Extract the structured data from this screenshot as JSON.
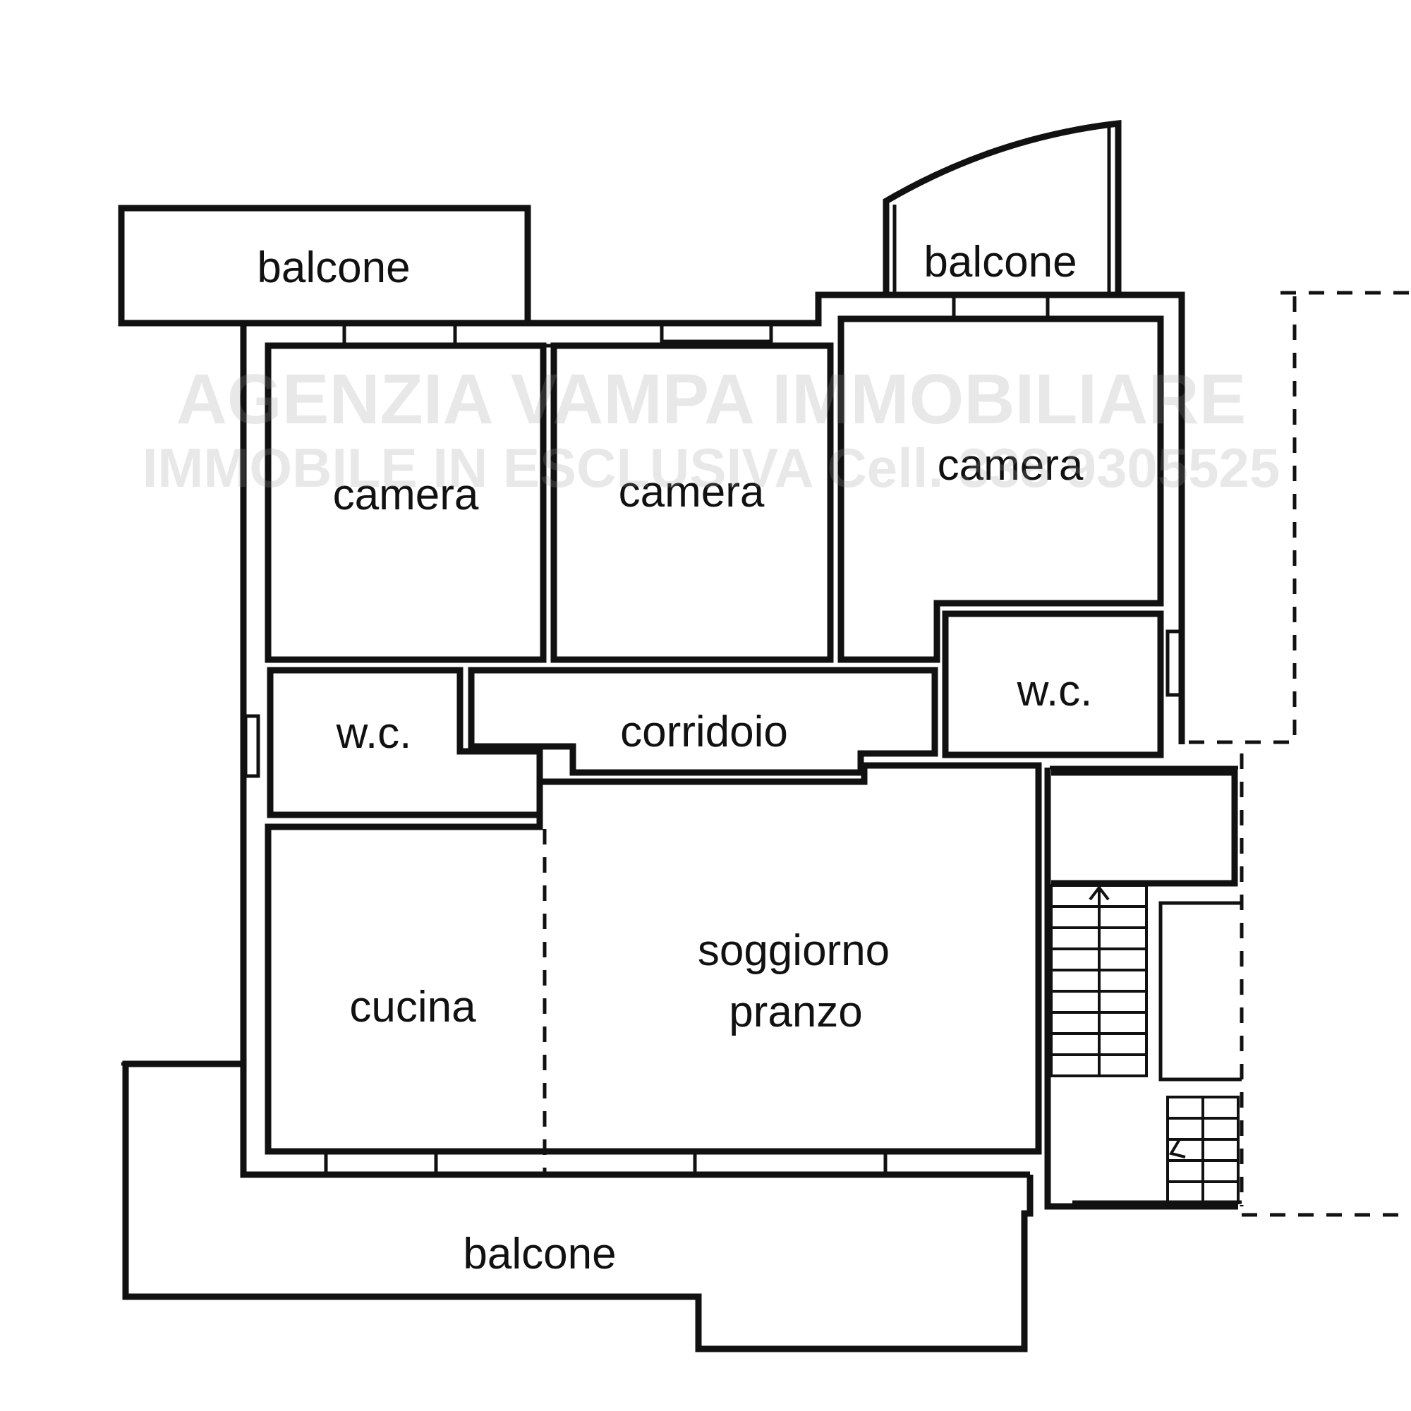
{
  "plan": {
    "rooms": {
      "balcone_top_left": "balcone",
      "balcone_top_right": "balcone",
      "camera_left": "camera",
      "camera_middle": "camera",
      "camera_right": "camera",
      "wc_left": "w.c.",
      "wc_right": "w.c.",
      "corridoio": "corridoio",
      "cucina": "cucina",
      "soggiorno": "soggiorno",
      "pranzo": "pranzo",
      "balcone_bottom": "balcone"
    },
    "watermark": {
      "line1": "AGENZIA VAMPA IMMOBILIARE",
      "line2": "IMMOBILE IN ESCLUSIVA Cell. 338 9305525"
    }
  }
}
